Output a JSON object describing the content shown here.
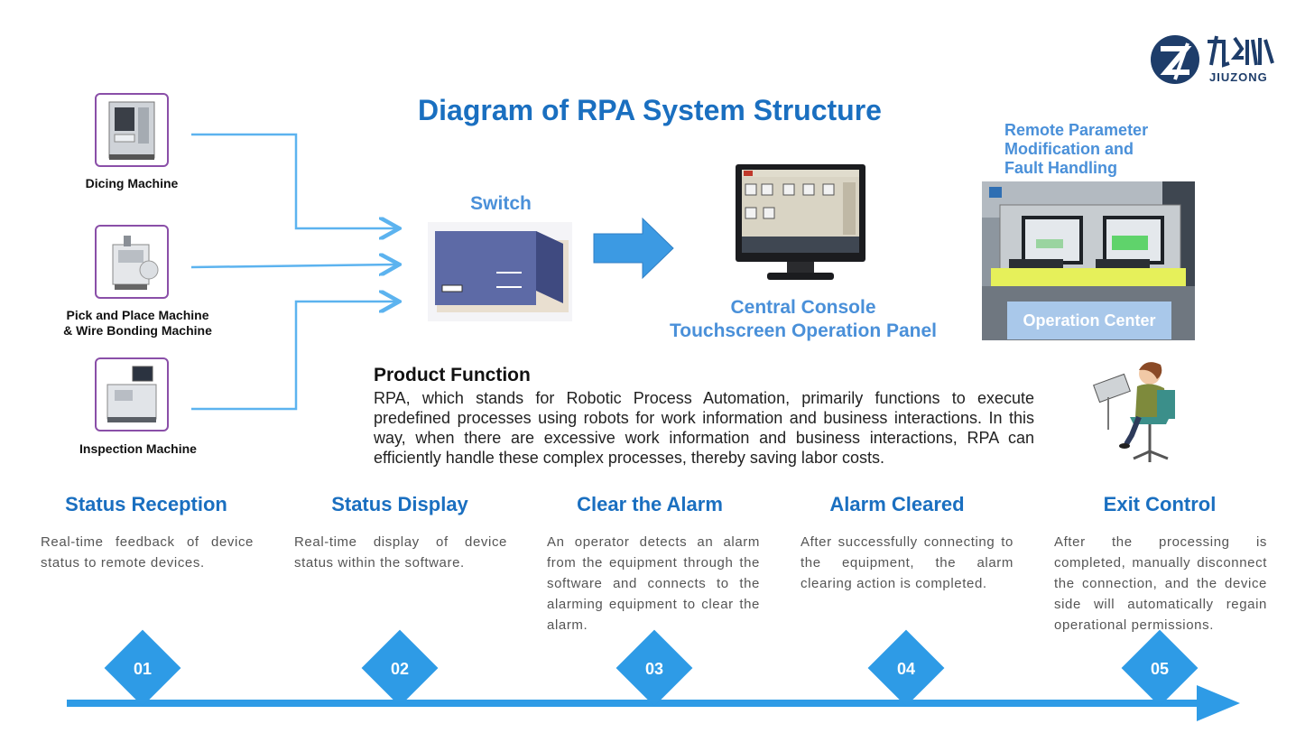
{
  "title": "Diagram of RPA System Structure",
  "logo": {
    "brand_cn": "九纵",
    "brand_en": "JIUZONG"
  },
  "machines": [
    {
      "label": "Dicing Machine"
    },
    {
      "label": "Pick and Place Machine\n& Wire Bonding Machine"
    },
    {
      "label": "Inspection Machine"
    }
  ],
  "switch_label": "Switch",
  "console_label_1": "Central Console",
  "console_label_2": "Touchscreen Operation Panel",
  "remote_label_1": "Remote Parameter",
  "remote_label_2": "Modification and",
  "remote_label_3": "Fault Handling",
  "operation_center_label": "Operation Center",
  "product_function": {
    "title": "Product Function",
    "body": "RPA, which stands for Robotic Process Automation, primarily functions to execute predefined processes using robots for work information and business interactions. In this way, when there are excessive work information and business interactions, RPA can efficiently handle these complex processes, thereby saving labor costs."
  },
  "steps": [
    {
      "num": "01",
      "title": "Status Reception",
      "desc": "Real-time feedback of device status to remote devices."
    },
    {
      "num": "02",
      "title": "Status Display",
      "desc": "Real-time display of device status within the software."
    },
    {
      "num": "03",
      "title": "Clear the Alarm",
      "desc": "An operator detects an alarm from the equipment through the software and connects to the alarming equipment to clear the alarm."
    },
    {
      "num": "04",
      "title": "Alarm Cleared",
      "desc": "After successfully connecting to the equipment, the alarm clearing action is completed."
    },
    {
      "num": "05",
      "title": "Exit Control",
      "desc": "After the processing is completed, manually disconnect the connection, and the device side will automatically regain operational permissions."
    }
  ],
  "colors": {
    "accent": "#1a6fc0",
    "light_blue": "#4a90d9",
    "arrow": "#2e9be6",
    "machine_border": "#8a4fa8"
  }
}
